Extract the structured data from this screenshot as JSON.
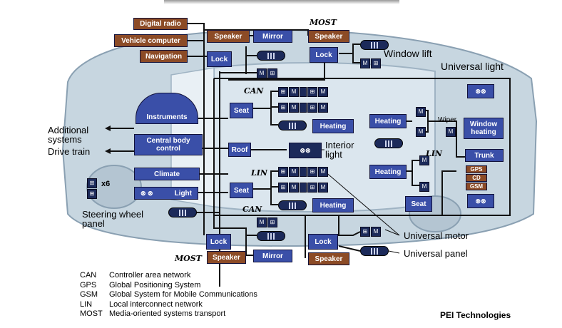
{
  "diagram": {
    "buses": {
      "most_top": "MOST",
      "most_bottom": "MOST",
      "can_top": "CAN",
      "can_bottom": "CAN",
      "lin_left": "LIN",
      "lin_right": "LIN"
    },
    "brown_boxes": {
      "digital_radio": "Digital radio",
      "vehicle_computer": "Vehicle computer",
      "navigation": "Navigation",
      "speaker_top_left": "Speaker",
      "speaker_top_right": "Speaker",
      "speaker_bottom_left": "Speaker",
      "speaker_bottom_right": "Speaker",
      "gps": "GPS",
      "cd": "CD",
      "gsm": "GSM"
    },
    "blue_boxes": {
      "mirror_top": "Mirror",
      "lock_top_left": "Lock",
      "lock_top_right": "Lock",
      "instruments": "Instruments",
      "seat_front": "Seat",
      "heating_front": "Heating",
      "heating_right_top": "Heating",
      "heating_right_mid": "Heating",
      "central_body_control": "Central body control",
      "roof": "Roof",
      "climate": "Climate",
      "light": "Light",
      "seat_rear": "Seat",
      "heating_rear": "Heating",
      "seat_right": "Seat",
      "window_heating": "Window heating",
      "trunk": "Trunk",
      "lock_bottom_left": "Lock",
      "lock_bottom_right": "Lock",
      "mirror_bottom": "Mirror"
    },
    "labels": {
      "window_lift": "Window lift",
      "universal_light": "Universal light",
      "additional_systems": "Additional systems",
      "drive_train": "Drive train",
      "interior_light": "Interior light",
      "wiper": "Wiper",
      "x6": "x6",
      "steering_wheel_panel": "Steering wheel panel",
      "universal_motor": "Universal motor",
      "universal_panel": "Universal panel"
    }
  },
  "legend": [
    {
      "abbr": "CAN",
      "text": "Controller area network"
    },
    {
      "abbr": "GPS",
      "text": "Global Positioning System"
    },
    {
      "abbr": "GSM",
      "text": "Global System for Mobile Communications"
    },
    {
      "abbr": "LIN",
      "text": "Local interconnect network"
    },
    {
      "abbr": "MOST",
      "text": "Media-oriented systems transport"
    }
  ],
  "credit": "PEI Technologies",
  "colors": {
    "brown": "#8c4b26",
    "blue": "#3a4fa8",
    "wire": "#111111",
    "car": "#c7d6e0"
  }
}
